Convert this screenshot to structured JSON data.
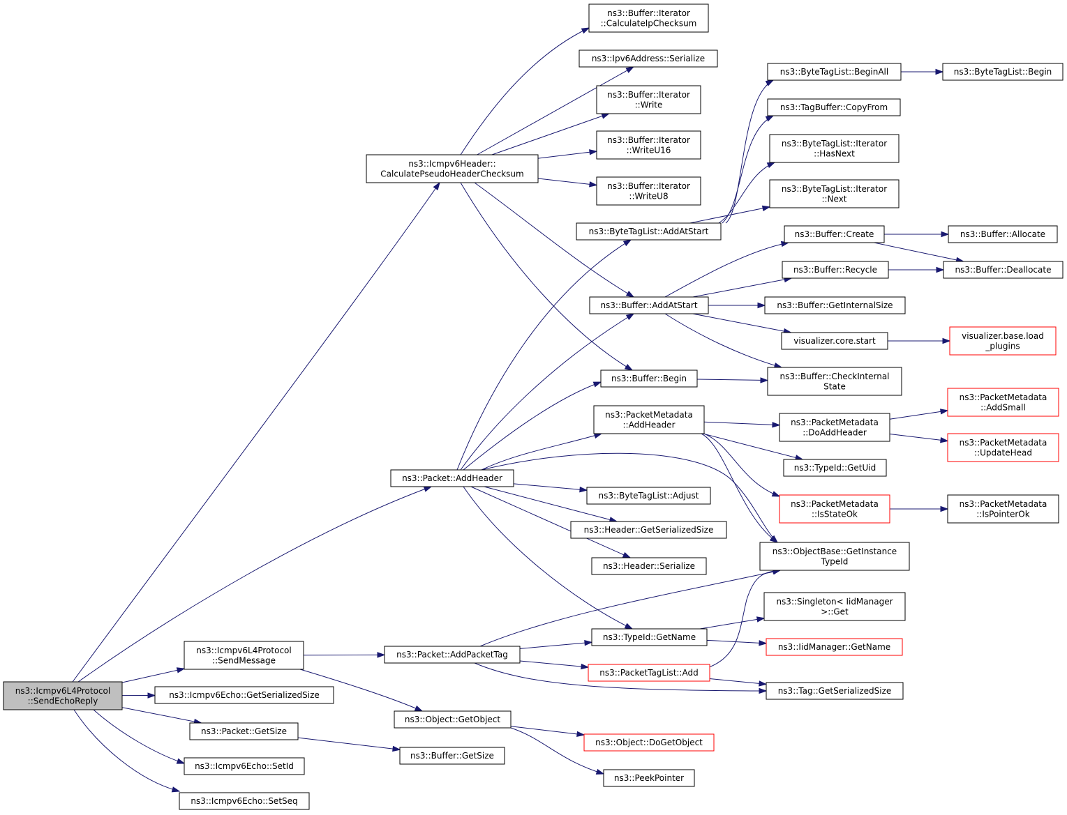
{
  "diagram": {
    "type": "call-graph",
    "root": "send_echo_reply",
    "nodes": [
      {
        "id": "send_echo_reply",
        "lines": [
          "ns3::Icmpv6L4Protocol",
          "::SendEchoReply"
        ],
        "style": "root"
      },
      {
        "id": "calc_pseudo",
        "lines": [
          "ns3::Icmpv6Header::",
          "CalculatePseudoHeaderChecksum"
        ],
        "style": "normal"
      },
      {
        "id": "packet_addheader",
        "lines": [
          "ns3::Packet::AddHeader"
        ],
        "style": "normal"
      },
      {
        "id": "sendmessage",
        "lines": [
          "ns3::Icmpv6L4Protocol",
          "::SendMessage"
        ],
        "style": "normal"
      },
      {
        "id": "echo_getsersize",
        "lines": [
          "ns3::Icmpv6Echo::GetSerializedSize"
        ],
        "style": "normal"
      },
      {
        "id": "packet_getsize",
        "lines": [
          "ns3::Packet::GetSize"
        ],
        "style": "normal"
      },
      {
        "id": "echo_setid",
        "lines": [
          "ns3::Icmpv6Echo::SetId"
        ],
        "style": "normal"
      },
      {
        "id": "echo_setseq",
        "lines": [
          "ns3::Icmpv6Echo::SetSeq"
        ],
        "style": "normal"
      },
      {
        "id": "calc_ip_checksum",
        "lines": [
          "ns3::Buffer::Iterator",
          "::CalculateIpChecksum"
        ],
        "style": "normal"
      },
      {
        "id": "ipv6_serialize",
        "lines": [
          "ns3::Ipv6Address::Serialize"
        ],
        "style": "normal"
      },
      {
        "id": "iter_write",
        "lines": [
          "ns3::Buffer::Iterator",
          "::Write"
        ],
        "style": "normal"
      },
      {
        "id": "iter_writeu16",
        "lines": [
          "ns3::Buffer::Iterator",
          "::WriteU16"
        ],
        "style": "normal"
      },
      {
        "id": "iter_writeu8",
        "lines": [
          "ns3::Buffer::Iterator",
          "::WriteU8"
        ],
        "style": "normal"
      },
      {
        "id": "btl_addatstart",
        "lines": [
          "ns3::ByteTagList::AddAtStart"
        ],
        "style": "normal"
      },
      {
        "id": "buf_addatstart",
        "lines": [
          "ns3::Buffer::AddAtStart"
        ],
        "style": "normal"
      },
      {
        "id": "buf_begin",
        "lines": [
          "ns3::Buffer::Begin"
        ],
        "style": "normal"
      },
      {
        "id": "pm_addheader",
        "lines": [
          "ns3::PacketMetadata",
          "::AddHeader"
        ],
        "style": "normal"
      },
      {
        "id": "btl_adjust",
        "lines": [
          "ns3::ByteTagList::Adjust"
        ],
        "style": "normal"
      },
      {
        "id": "hdr_getsersize",
        "lines": [
          "ns3::Header::GetSerializedSize"
        ],
        "style": "normal"
      },
      {
        "id": "hdr_serialize",
        "lines": [
          "ns3::Header::Serialize"
        ],
        "style": "normal"
      },
      {
        "id": "typeid_getname",
        "lines": [
          "ns3::TypeId::GetName"
        ],
        "style": "normal"
      },
      {
        "id": "packet_addpackettag",
        "lines": [
          "ns3::Packet::AddPacketTag"
        ],
        "style": "normal"
      },
      {
        "id": "ptl_add",
        "lines": [
          "ns3::PacketTagList::Add"
        ],
        "style": "red"
      },
      {
        "id": "object_getobject",
        "lines": [
          "ns3::Object::GetObject"
        ],
        "style": "normal"
      },
      {
        "id": "buf_getsize",
        "lines": [
          "ns3::Buffer::GetSize"
        ],
        "style": "normal"
      },
      {
        "id": "object_dogetobject",
        "lines": [
          "ns3::Object::DoGetObject"
        ],
        "style": "red"
      },
      {
        "id": "peekpointer",
        "lines": [
          "ns3::PeekPointer"
        ],
        "style": "normal"
      },
      {
        "id": "btl_beginall",
        "lines": [
          "ns3::ByteTagList::BeginAll"
        ],
        "style": "normal"
      },
      {
        "id": "btl_begin",
        "lines": [
          "ns3::ByteTagList::Begin"
        ],
        "style": "normal"
      },
      {
        "id": "tagbuf_copyfrom",
        "lines": [
          "ns3::TagBuffer::CopyFrom"
        ],
        "style": "normal"
      },
      {
        "id": "btl_iter_hasnext",
        "lines": [
          "ns3::ByteTagList::Iterator",
          "::HasNext"
        ],
        "style": "normal"
      },
      {
        "id": "btl_iter_next",
        "lines": [
          "ns3::ByteTagList::Iterator",
          "::Next"
        ],
        "style": "normal"
      },
      {
        "id": "buf_create",
        "lines": [
          "ns3::Buffer::Create"
        ],
        "style": "normal"
      },
      {
        "id": "buf_allocate",
        "lines": [
          "ns3::Buffer::Allocate"
        ],
        "style": "normal"
      },
      {
        "id": "buf_recycle",
        "lines": [
          "ns3::Buffer::Recycle"
        ],
        "style": "normal"
      },
      {
        "id": "buf_deallocate",
        "lines": [
          "ns3::Buffer::Deallocate"
        ],
        "style": "normal"
      },
      {
        "id": "buf_getinternalsize",
        "lines": [
          "ns3::Buffer::GetInternalSize"
        ],
        "style": "normal"
      },
      {
        "id": "vis_core_start",
        "lines": [
          "visualizer.core.start"
        ],
        "style": "normal"
      },
      {
        "id": "vis_base_load",
        "lines": [
          "visualizer.base.load",
          "_plugins"
        ],
        "style": "red"
      },
      {
        "id": "buf_checkinternal",
        "lines": [
          "ns3::Buffer::CheckInternal",
          "State"
        ],
        "style": "normal"
      },
      {
        "id": "pm_doaddheader",
        "lines": [
          "ns3::PacketMetadata",
          "::DoAddHeader"
        ],
        "style": "normal"
      },
      {
        "id": "pm_addsmall",
        "lines": [
          "ns3::PacketMetadata",
          "::AddSmall"
        ],
        "style": "red"
      },
      {
        "id": "pm_updatehead",
        "lines": [
          "ns3::PacketMetadata",
          "::UpdateHead"
        ],
        "style": "red"
      },
      {
        "id": "typeid_getuid",
        "lines": [
          "ns3::TypeId::GetUid"
        ],
        "style": "normal"
      },
      {
        "id": "pm_isstateok",
        "lines": [
          "ns3::PacketMetadata",
          "::IsStateOk"
        ],
        "style": "red"
      },
      {
        "id": "pm_ispointerok",
        "lines": [
          "ns3::PacketMetadata",
          "::IsPointerOk"
        ],
        "style": "normal"
      },
      {
        "id": "objbase_getinstance",
        "lines": [
          "ns3::ObjectBase::GetInstance",
          "TypeId"
        ],
        "style": "normal"
      },
      {
        "id": "singleton_get",
        "lines": [
          "ns3::Singleton< IidManager",
          ">::Get"
        ],
        "style": "normal"
      },
      {
        "id": "iidmgr_getname",
        "lines": [
          "ns3::IidManager::GetName"
        ],
        "style": "red"
      },
      {
        "id": "tag_getsersize",
        "lines": [
          "ns3::Tag::GetSerializedSize"
        ],
        "style": "normal"
      }
    ],
    "edges": [
      [
        "send_echo_reply",
        "calc_pseudo"
      ],
      [
        "send_echo_reply",
        "packet_addheader"
      ],
      [
        "send_echo_reply",
        "sendmessage"
      ],
      [
        "send_echo_reply",
        "echo_getsersize"
      ],
      [
        "send_echo_reply",
        "packet_getsize"
      ],
      [
        "send_echo_reply",
        "echo_setid"
      ],
      [
        "send_echo_reply",
        "echo_setseq"
      ],
      [
        "calc_pseudo",
        "calc_ip_checksum"
      ],
      [
        "calc_pseudo",
        "ipv6_serialize"
      ],
      [
        "calc_pseudo",
        "iter_write"
      ],
      [
        "calc_pseudo",
        "iter_writeu16"
      ],
      [
        "calc_pseudo",
        "iter_writeu8"
      ],
      [
        "calc_pseudo",
        "buf_addatstart"
      ],
      [
        "calc_pseudo",
        "buf_begin"
      ],
      [
        "packet_addheader",
        "btl_addatstart"
      ],
      [
        "packet_addheader",
        "buf_addatstart"
      ],
      [
        "packet_addheader",
        "buf_begin"
      ],
      [
        "packet_addheader",
        "pm_addheader"
      ],
      [
        "packet_addheader",
        "objbase_getinstance"
      ],
      [
        "packet_addheader",
        "btl_adjust"
      ],
      [
        "packet_addheader",
        "hdr_getsersize"
      ],
      [
        "packet_addheader",
        "hdr_serialize"
      ],
      [
        "packet_addheader",
        "typeid_getname"
      ],
      [
        "sendmessage",
        "packet_addpackettag"
      ],
      [
        "sendmessage",
        "object_getobject"
      ],
      [
        "packet_getsize",
        "buf_getsize"
      ],
      [
        "btl_addatstart",
        "btl_beginall"
      ],
      [
        "btl_addatstart",
        "tagbuf_copyfrom"
      ],
      [
        "btl_addatstart",
        "btl_iter_hasnext"
      ],
      [
        "btl_addatstart",
        "btl_iter_next"
      ],
      [
        "btl_beginall",
        "btl_begin"
      ],
      [
        "buf_addatstart",
        "buf_create"
      ],
      [
        "buf_addatstart",
        "buf_recycle"
      ],
      [
        "buf_addatstart",
        "buf_getinternalsize"
      ],
      [
        "buf_addatstart",
        "vis_core_start"
      ],
      [
        "buf_addatstart",
        "buf_checkinternal"
      ],
      [
        "buf_begin",
        "buf_checkinternal"
      ],
      [
        "buf_create",
        "buf_allocate"
      ],
      [
        "buf_create",
        "buf_deallocate"
      ],
      [
        "buf_recycle",
        "buf_deallocate"
      ],
      [
        "vis_core_start",
        "vis_base_load"
      ],
      [
        "pm_addheader",
        "pm_doaddheader"
      ],
      [
        "pm_addheader",
        "typeid_getuid"
      ],
      [
        "pm_addheader",
        "pm_isstateok"
      ],
      [
        "pm_addheader",
        "objbase_getinstance"
      ],
      [
        "pm_doaddheader",
        "pm_addsmall"
      ],
      [
        "pm_doaddheader",
        "pm_updatehead"
      ],
      [
        "pm_isstateok",
        "pm_ispointerok"
      ],
      [
        "packet_addpackettag",
        "objbase_getinstance"
      ],
      [
        "packet_addpackettag",
        "typeid_getname"
      ],
      [
        "packet_addpackettag",
        "ptl_add"
      ],
      [
        "packet_addpackettag",
        "tag_getsersize"
      ],
      [
        "typeid_getname",
        "singleton_get"
      ],
      [
        "typeid_getname",
        "iidmgr_getname"
      ],
      [
        "ptl_add",
        "objbase_getinstance"
      ],
      [
        "ptl_add",
        "tag_getsersize"
      ],
      [
        "object_getobject",
        "object_dogetobject"
      ],
      [
        "object_getobject",
        "peekpointer"
      ]
    ]
  }
}
